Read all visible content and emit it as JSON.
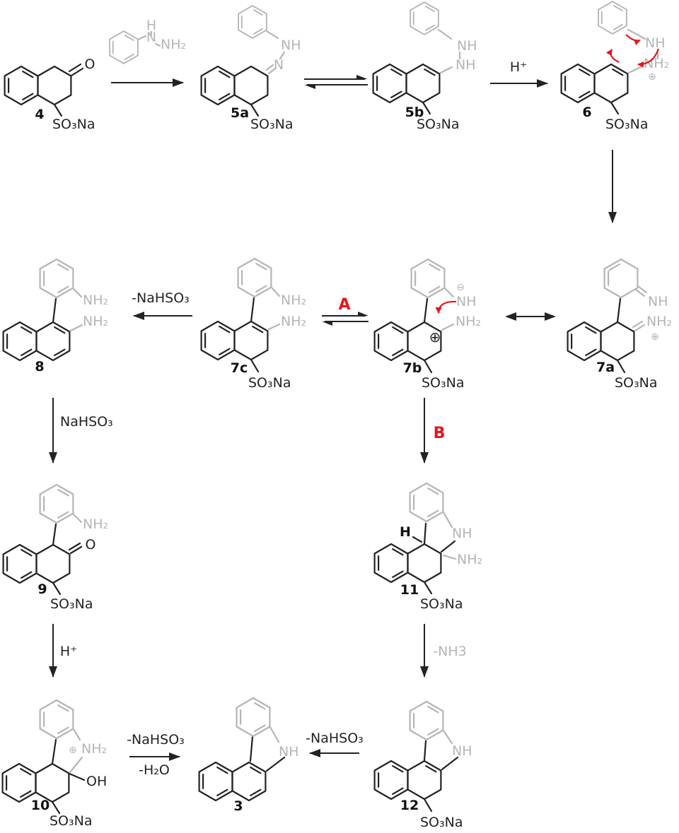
{
  "colors": {
    "bond_black": "#232323",
    "bond_gray": "#b5b5b5",
    "red_accent": "#e8151b",
    "background": "#ffffff"
  },
  "compounds": {
    "c4": {
      "number": "4",
      "so3na": "SO₃Na",
      "oxygen": "O"
    },
    "reagent_phenylhydrazine": {
      "h": "H",
      "n": "N",
      "nh2": "NH₂"
    },
    "c5a": {
      "number": "5a",
      "so3na": "SO₃Na",
      "n": "N",
      "nh": "NH"
    },
    "c5b": {
      "number": "5b",
      "so3na": "SO₃Na",
      "nh_upper": "NH",
      "nh_lower": "NH"
    },
    "c6": {
      "number": "6",
      "so3na": "SO₃Na",
      "nh": "NH",
      "nh2": "NH₂",
      "plus": "⊕"
    },
    "c7a": {
      "number": "7a",
      "so3na": "SO₃Na",
      "nh": "NH",
      "nh2": "NH₂",
      "plus": "⊕"
    },
    "c7b": {
      "number": "7b",
      "so3na": "SO₃Na",
      "minus": "⊖",
      "nh": "NH",
      "nh2": "NH₂",
      "plus": "⊕"
    },
    "c7c": {
      "number": "7c",
      "so3na": "SO₃Na",
      "nh2_aryl": "NH₂",
      "nh2_enamine": "NH₂"
    },
    "c8": {
      "number": "8",
      "nh2_aryl": "NH₂",
      "nh2_naphthyl": "NH₂"
    },
    "c9": {
      "number": "9",
      "so3na": "SO₃Na",
      "nh2": "NH₂",
      "oxygen": "O"
    },
    "c10": {
      "number": "10",
      "so3na": "SO₃Na",
      "plus": "⊕",
      "nh2": "NH₂",
      "oh": "OH"
    },
    "c11": {
      "number": "11",
      "so3na": "SO₃Na",
      "h": "H",
      "nh": "NH",
      "nh2": "NH₂"
    },
    "c12": {
      "number": "12",
      "so3na": "SO₃Na",
      "nh": "NH"
    },
    "c3": {
      "number": "3",
      "nh": "NH"
    }
  },
  "labels": {
    "h_plus_top": "H⁺",
    "minus_nahso3_row2": "-NaHSO₃",
    "path_a": "A",
    "path_b": "B",
    "nahso3_down": "NaHSO₃",
    "h_plus_bottom": "H⁺",
    "minus_nh3": "-NH3",
    "minus_nahso3_bottom_left": "-NaHSO₃",
    "minus_h2o": "-H₂O",
    "minus_nahso3_bottom_right": "-NaHSO₃"
  }
}
